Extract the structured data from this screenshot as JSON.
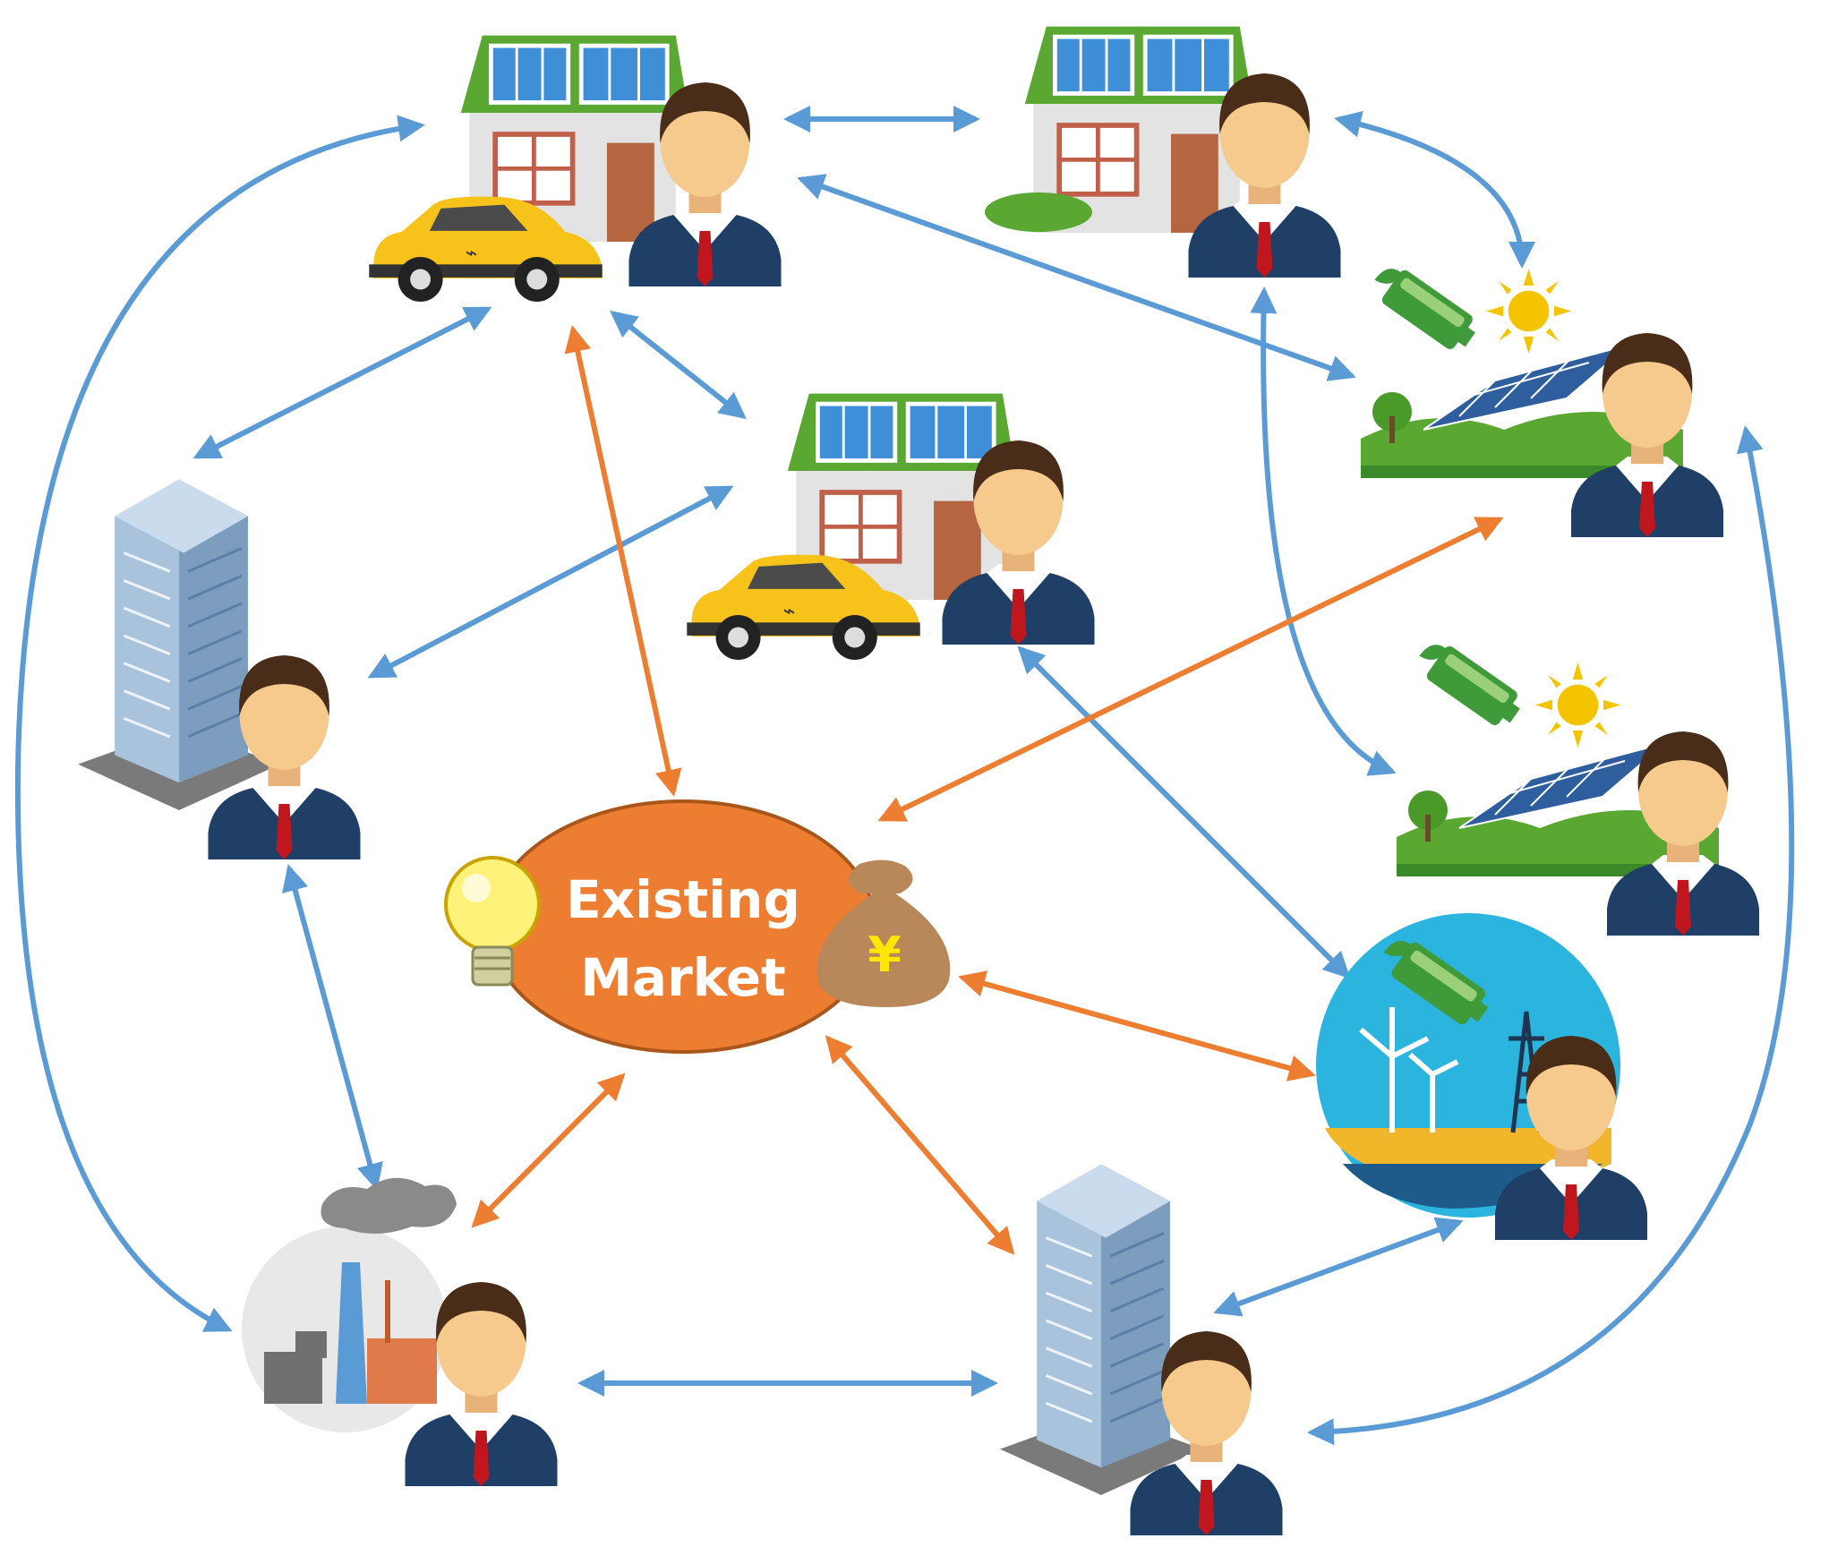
{
  "market": {
    "line1": "Existing",
    "line2": "Market",
    "currency_symbol": "¥",
    "icons": [
      "light-bulb-icon",
      "money-bag-icon"
    ]
  },
  "participants": [
    {
      "id": "house-solar-ev-1",
      "icons": [
        "solar-roof-house-icon",
        "electric-car-icon",
        "person-icon"
      ]
    },
    {
      "id": "house-solar",
      "icons": [
        "solar-roof-house-icon",
        "person-icon"
      ]
    },
    {
      "id": "house-solar-ev-2",
      "icons": [
        "solar-roof-house-icon",
        "electric-car-icon",
        "person-icon"
      ]
    },
    {
      "id": "office-building-1",
      "icons": [
        "office-building-icon",
        "person-icon"
      ]
    },
    {
      "id": "solar-farm-1",
      "icons": [
        "battery-icon",
        "sun-icon",
        "solar-panel-icon",
        "person-icon"
      ]
    },
    {
      "id": "solar-farm-2",
      "icons": [
        "battery-icon",
        "sun-icon",
        "solar-panel-icon",
        "person-icon"
      ]
    },
    {
      "id": "power-plant",
      "icons": [
        "factory-icon",
        "person-icon"
      ]
    },
    {
      "id": "office-building-2",
      "icons": [
        "office-building-icon",
        "person-icon"
      ]
    },
    {
      "id": "grid-wind-storage",
      "icons": [
        "battery-icon",
        "wind-turbine-icon",
        "power-pylon-icon",
        "person-icon"
      ]
    }
  ],
  "colors": {
    "p2p_link": "#5b9bd5",
    "market_link": "#ed7d31",
    "market_fill": "#ed7d31",
    "roof_green": "#5aa832",
    "panel_blue": "#3f8fd8",
    "suit": "#1f3f66",
    "skin": "#f6c98c",
    "hair": "#4a2d18",
    "tie": "#c0161d",
    "car_yellow": "#f7c21a",
    "building_blue": "#8fb1d4",
    "grass": "#5aa832"
  }
}
